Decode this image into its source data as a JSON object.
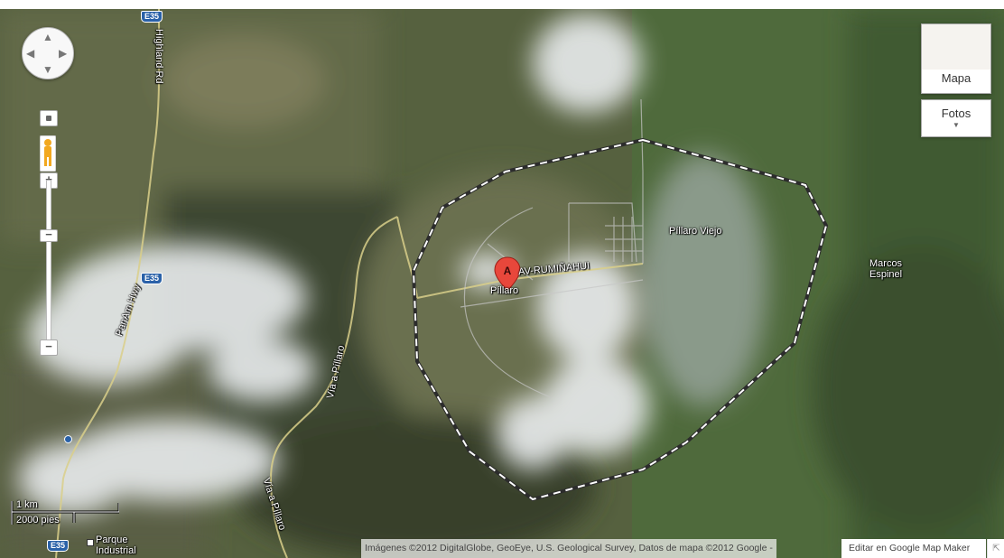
{
  "map": {
    "labels": {
      "highland_rd": "Highland Rd",
      "panam_hwy": "PanAm Hwy",
      "via_pillaro_1": "Vía a Píllaro",
      "via_pillaro_2": "Vía a Píllaro",
      "av_ruminahui": "AV-RUMIÑAHUI",
      "pillaro": "Píllaro",
      "pillaro_viejo": "Píllaro Viejo",
      "marcos_espinel": "Marcos\nEspinel",
      "parque_industrial": "Parque\nIndustrial"
    },
    "shields": [
      "E35",
      "E35",
      "E35"
    ],
    "marker": {
      "letter": "A",
      "color": "#e8473b"
    },
    "boundary_color": "#ffffff"
  },
  "controls": {
    "pan_icon": "pan-control-icon",
    "zoom_in": "+",
    "zoom_out": "−",
    "zoom_minus_top": "−",
    "pegman_icon": "pegman-icon",
    "map_type": {
      "mapa": "Mapa",
      "fotos": "Fotos"
    }
  },
  "scale": {
    "metric": "1 km",
    "imperial": "2000 pies"
  },
  "footer": {
    "attribution": "Imágenes ©2012 DigitalGlobe, GeoEye, U.S. Geological Survey, Datos de mapa ©2012 Google -",
    "edit_link": "Editar en Google Map Maker",
    "corner_icon": "collapse-corner-icon"
  }
}
